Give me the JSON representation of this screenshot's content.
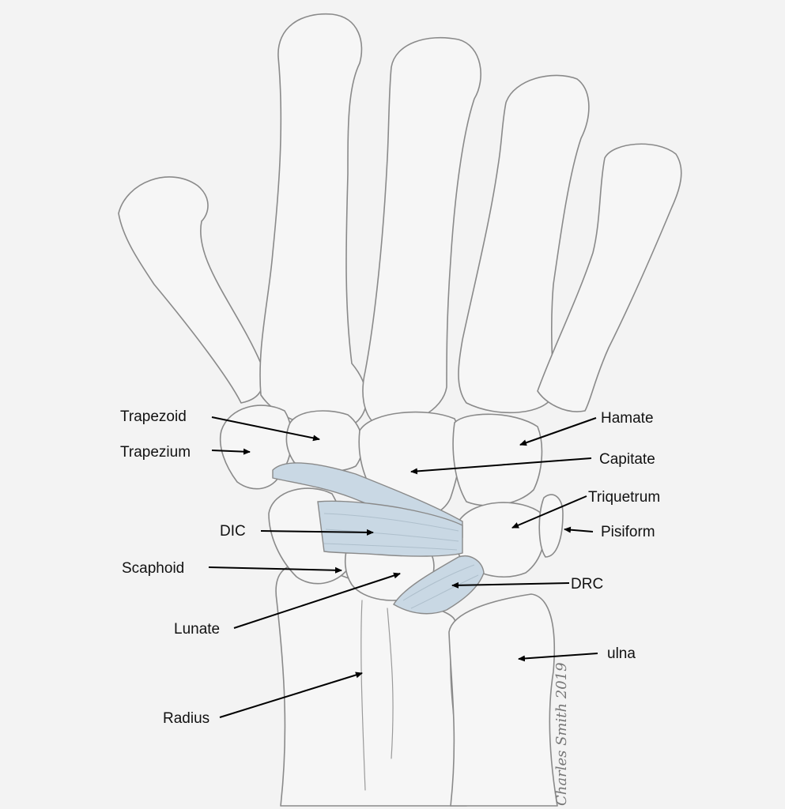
{
  "labels": {
    "trapezoid": "Trapezoid",
    "trapezium": "Trapezium",
    "dic": "DIC",
    "scaphoid": "Scaphoid",
    "lunate": "Lunate",
    "radius": "Radius",
    "hamate": "Hamate",
    "capitate": "Capitate",
    "triquetrum": "Triquetrum",
    "pisiform": "Pisiform",
    "drc": "DRC",
    "ulna": "ulna"
  },
  "signature": "Charles Smith 2019",
  "colors": {
    "ligament": "#c9d8e4",
    "bone_outline": "#8a8a8a",
    "background": "#f3f3f3"
  }
}
